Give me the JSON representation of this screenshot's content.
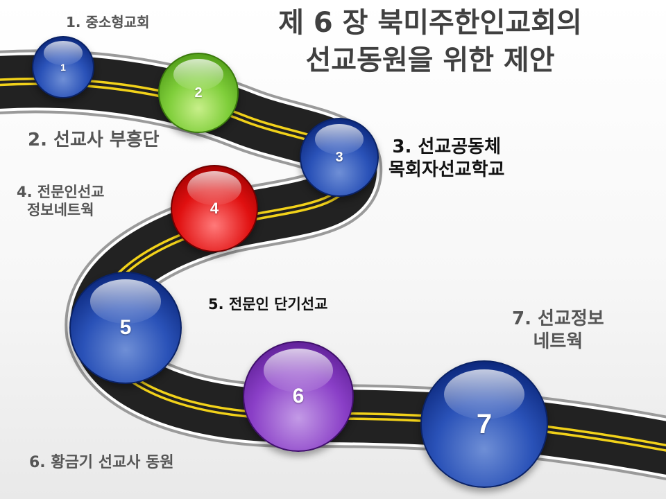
{
  "title": {
    "line1": "제 6 장  북미주한인교회의",
    "line2": "선교동원을 위한 제안"
  },
  "labels": {
    "step1": "1. 중소형교회",
    "step2": "2. 선교사 부흥단",
    "step3_line1": "3. 선교공동체",
    "step3_line2": "목회자선교학교",
    "step4_line1": "4.  전문인선교",
    "step4_line2": "정보네트웍",
    "step5": "5. 전문인 단기선교",
    "step6": "6. 황금기 선교사 동원",
    "step7_line1": "7. 선교정보",
    "step7_line2": "네트웍"
  },
  "balls": [
    {
      "number": "1",
      "color": "blue"
    },
    {
      "number": "2",
      "color": "green"
    },
    {
      "number": "3",
      "color": "blue"
    },
    {
      "number": "4",
      "color": "red"
    },
    {
      "number": "5",
      "color": "blue"
    },
    {
      "number": "6",
      "color": "purple"
    },
    {
      "number": "7",
      "color": "blue"
    }
  ],
  "colors": {
    "road": "#222222",
    "road_edge": "#9a9a9a",
    "lane": "#f2d21a",
    "title_text": "#404040",
    "label_dark": "#111111",
    "label_gray": "#555555"
  }
}
